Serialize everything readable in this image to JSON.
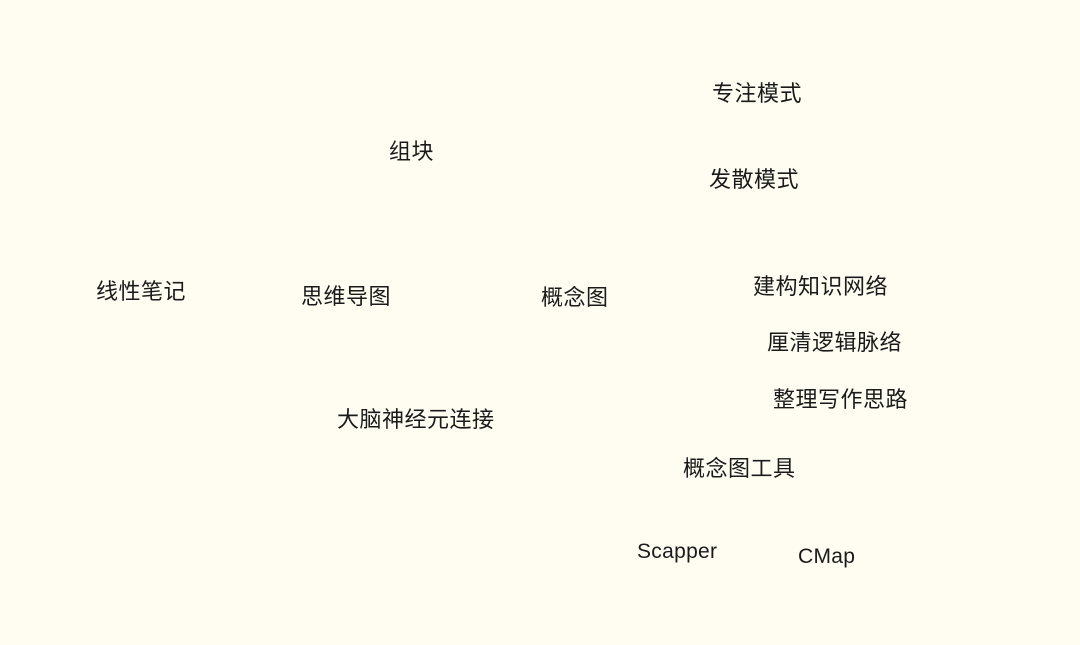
{
  "background_color": "#fffdf1",
  "text_color": "#1a1a1a",
  "nodes": {
    "focus_mode": "专注模式",
    "chunking": "组块",
    "diffuse_mode": "发散模式",
    "linear_notes": "线性笔记",
    "mind_map": "思维导图",
    "concept_map": "概念图",
    "build_knowledge_network": "建构知识网络",
    "clarify_logic": "厘清逻辑脉络",
    "organize_writing": "整理写作思路",
    "brain_neuron_connection": "大脑神经元连接",
    "concept_map_tools": "概念图工具",
    "scapper": "Scapper",
    "cmap": "CMap"
  }
}
